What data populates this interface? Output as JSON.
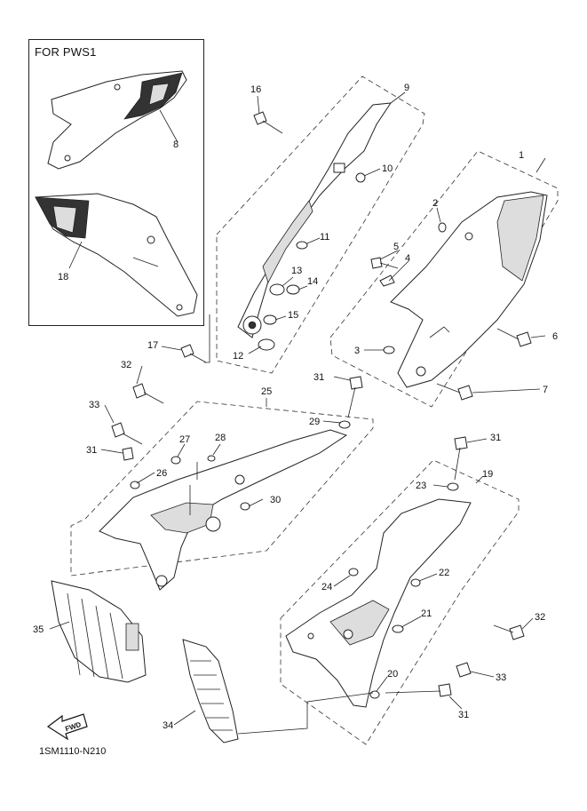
{
  "inset": {
    "title": "FOR PWS1"
  },
  "diagram_code": "1SM1110-N210",
  "fwd_label": "FWD",
  "callouts": {
    "c1": "1",
    "c2": "2",
    "c3": "3",
    "c4": "4",
    "c5": "5",
    "c6": "6",
    "c7": "7",
    "c8": "8",
    "c9": "9",
    "c10": "10",
    "c11": "11",
    "c12": "12",
    "c13": "13",
    "c14": "14",
    "c15": "15",
    "c16": "16",
    "c17": "17",
    "c18": "18",
    "c19": "19",
    "c20": "20",
    "c21": "21",
    "c22": "22",
    "c23": "23",
    "c24": "24",
    "c25": "25",
    "c26": "26",
    "c27": "27",
    "c28": "28",
    "c29": "29",
    "c30": "30",
    "c31a": "31",
    "c31b": "31",
    "c31c": "31",
    "c31d": "31",
    "c32a": "32",
    "c32b": "32",
    "c33a": "33",
    "c33b": "33",
    "c34": "34",
    "c35": "35"
  }
}
